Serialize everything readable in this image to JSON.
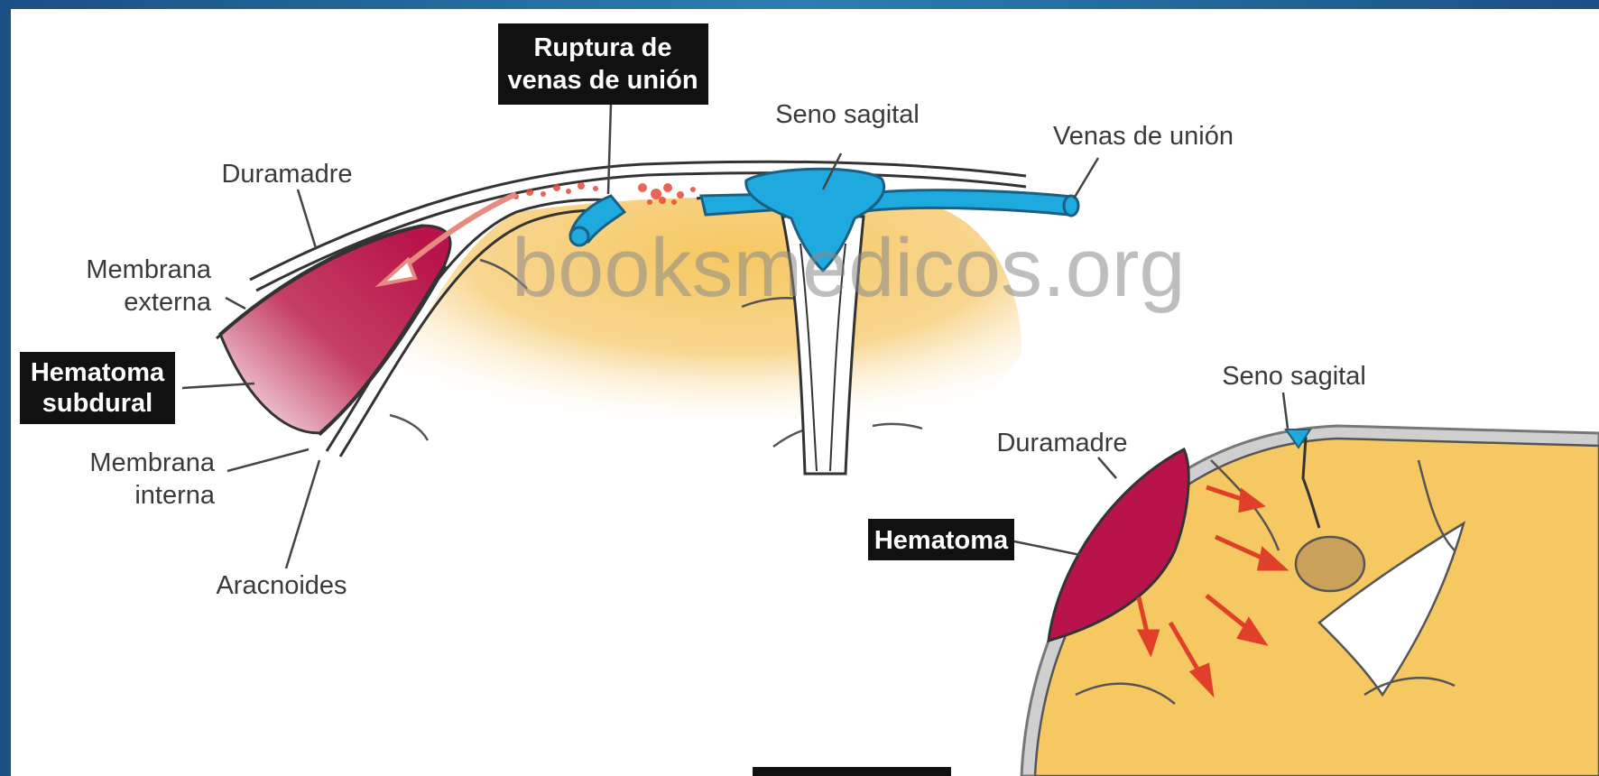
{
  "labels": {
    "ruptura_l1": "Ruptura de",
    "ruptura_l2": "venas de unión",
    "seno_sagital_top": "Seno sagital",
    "venas_de_union": "Venas de unión",
    "duramadre_top": "Duramadre",
    "membrana_externa_l1": "Membrana",
    "membrana_externa_l2": "externa",
    "hematoma_subdural_l1": "Hematoma",
    "hematoma_subdural_l2": "subdural",
    "membrana_interna_l1": "Membrana",
    "membrana_interna_l2": "interna",
    "aracnoides": "Aracnoides",
    "seno_sagital_inset": "Seno sagital",
    "duramadre_inset": "Duramadre",
    "hematoma_inset": "Hematoma"
  },
  "watermark": "booksmedicos.org",
  "colors": {
    "vein_blue": "#1eaadf",
    "hematoma_red": "#b8134a",
    "brain_yellow": "#f6c862",
    "label_box": "#111111",
    "frame_blue": "#1b4f86"
  }
}
